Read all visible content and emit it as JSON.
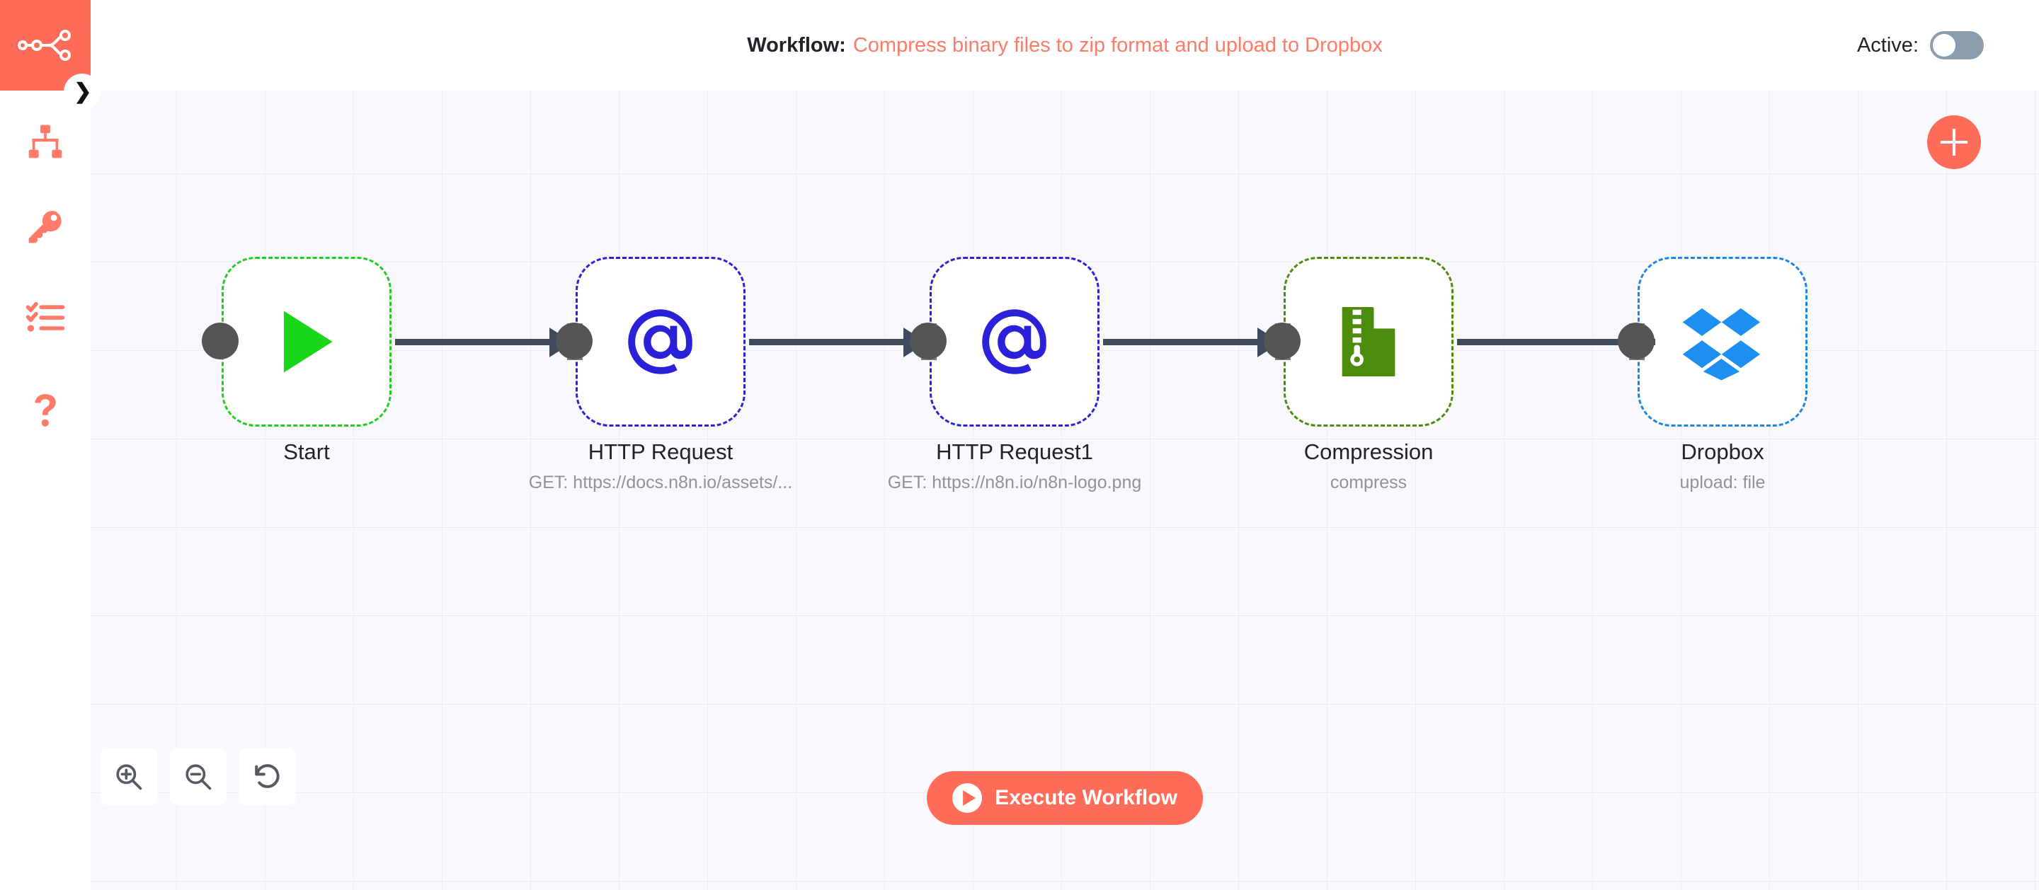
{
  "app": {
    "logo_icon": "n8n-logo-icon",
    "accent_color": "#ff6d5a",
    "canvas_bg": "#f8f8fd",
    "grid_line_color": "#ebebf9"
  },
  "sidebar": {
    "collapse_icon": "chevron-right-icon",
    "items": [
      {
        "name": "workflows",
        "icon": "sitemap-icon"
      },
      {
        "name": "credentials",
        "icon": "key-icon"
      },
      {
        "name": "executions",
        "icon": "checklist-icon"
      },
      {
        "name": "help",
        "icon": "question-mark-icon"
      }
    ]
  },
  "header": {
    "workflow_label": "Workflow:",
    "workflow_name": "Compress binary files to zip format and upload to Dropbox",
    "active_label": "Active:",
    "active_state": "off"
  },
  "canvas": {
    "add_node_icon": "plus-icon",
    "nodes": [
      {
        "id": "start",
        "label": "Start",
        "subtitle": "",
        "icon": "play-triangle-icon",
        "border_color": "#22cc22",
        "has_input": false,
        "has_output": true
      },
      {
        "id": "http-request",
        "label": "HTTP Request",
        "subtitle": "GET: https://docs.n8n.io/assets/...",
        "icon": "at-sign-icon",
        "border_color": "#2a21d8",
        "has_input": true,
        "has_output": true
      },
      {
        "id": "http-request-1",
        "label": "HTTP Request1",
        "subtitle": "GET: https://n8n.io/n8n-logo.png",
        "icon": "at-sign-icon",
        "border_color": "#2a21d8",
        "has_input": true,
        "has_output": true
      },
      {
        "id": "compression",
        "label": "Compression",
        "subtitle": "compress",
        "icon": "zip-file-icon",
        "border_color": "#4c8c0c",
        "has_input": true,
        "has_output": true
      },
      {
        "id": "dropbox",
        "label": "Dropbox",
        "subtitle": "upload: file",
        "icon": "dropbox-icon",
        "border_color": "#1d84e8",
        "has_input": true,
        "has_output": true
      }
    ],
    "connections": [
      {
        "from": "start",
        "to": "http-request",
        "arrow": true
      },
      {
        "from": "http-request",
        "to": "http-request-1",
        "arrow": true
      },
      {
        "from": "http-request-1",
        "to": "compression",
        "arrow": true
      },
      {
        "from": "compression",
        "to": "dropbox",
        "arrow": false
      }
    ],
    "zoom_controls": [
      {
        "name": "zoom-in",
        "icon": "magnifier-plus-icon"
      },
      {
        "name": "zoom-out",
        "icon": "magnifier-minus-icon"
      },
      {
        "name": "reset-zoom",
        "icon": "undo-arrow-icon"
      }
    ],
    "execute_button": {
      "label": "Execute Workflow",
      "icon": "play-circle-icon"
    }
  }
}
